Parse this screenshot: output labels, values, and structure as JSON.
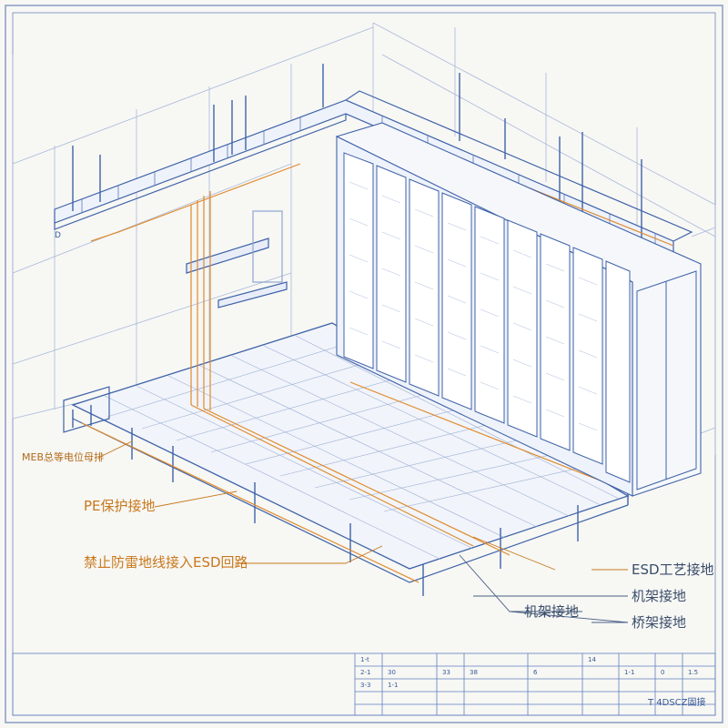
{
  "labels": {
    "meb": "MEB总等电位母排",
    "pe": "PE保护接地",
    "forbid": "禁止防雷地线接入ESD回路",
    "rack_left": "机架接地",
    "esd": "ESD工艺接地",
    "rack_right": "机架接地",
    "tray": "桥架接地"
  },
  "title_block": {
    "drawing_no": "T 4DSCZ固接",
    "cells": [
      "1-t",
      "2-1",
      "3-3",
      "30",
      "1-1",
      "33",
      "38",
      "6",
      "14",
      "1-1",
      "0",
      "1.5"
    ]
  },
  "marks": {
    "d": "D"
  },
  "colors": {
    "line": "#3f63a8",
    "light_line": "#8fa6cf",
    "ground": "#e08a2a",
    "text_orange": "#c8781c"
  }
}
